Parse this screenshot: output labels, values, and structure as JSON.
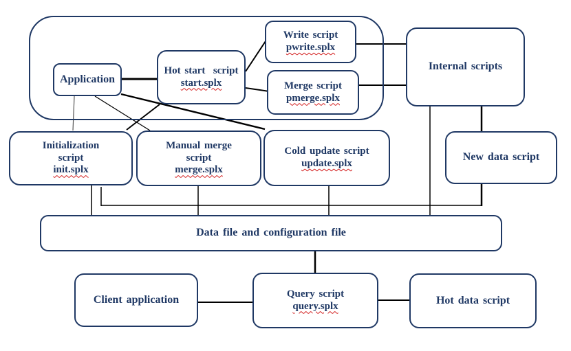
{
  "colors": {
    "ink": "#1f3864",
    "connector": "#000000",
    "squiggle": "#d21a1a",
    "background": "#ffffff"
  },
  "boxes": {
    "application": {
      "lines": [
        "Application"
      ]
    },
    "hot_start_script": {
      "lines": [
        "Hot start  script",
        "start.splx"
      ]
    },
    "write_script": {
      "lines": [
        "Write script",
        "pwrite.splx"
      ]
    },
    "merge_script": {
      "lines": [
        "Merge script",
        "pmerge.splx"
      ]
    },
    "internal_scripts": {
      "lines": [
        "Internal scripts"
      ]
    },
    "initialization_script": {
      "lines": [
        "Initialization",
        "script",
        "init.splx"
      ]
    },
    "manual_merge_script": {
      "lines": [
        "Manual merge",
        "script",
        "merge.splx"
      ]
    },
    "cold_update_script": {
      "lines": [
        "Cold update script",
        "update.splx"
      ]
    },
    "new_data_script": {
      "lines": [
        "New data script"
      ]
    },
    "data_file": {
      "lines": [
        "Data file and configuration file"
      ]
    },
    "client_application": {
      "lines": [
        "Client application"
      ]
    },
    "query_script": {
      "lines": [
        "Query script",
        "query.splx"
      ]
    },
    "hot_data_script": {
      "lines": [
        "Hot data script"
      ]
    }
  }
}
